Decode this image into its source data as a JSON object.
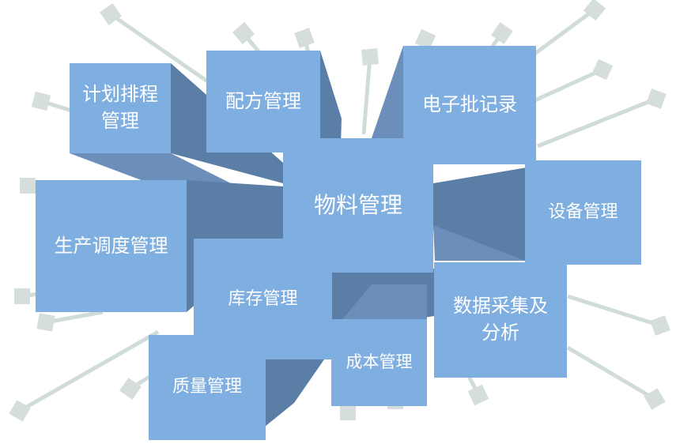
{
  "diagram": {
    "center": "物料管理",
    "modules": [
      {
        "id": "plan",
        "label": "计划排程\n管理"
      },
      {
        "id": "recipe",
        "label": "配方管理"
      },
      {
        "id": "ebr",
        "label": "电子批记录"
      },
      {
        "id": "equip",
        "label": "设备管理"
      },
      {
        "id": "data",
        "label": "数据采集及\n分析"
      },
      {
        "id": "cost",
        "label": "成本管理"
      },
      {
        "id": "quality",
        "label": "质量管理"
      },
      {
        "id": "stock",
        "label": "库存管理"
      },
      {
        "id": "prod",
        "label": "生产调度管理"
      }
    ]
  },
  "colors": {
    "box_face": "#7faee0",
    "box_side": "#5b7ea6",
    "box_side_light": "#6b8fba",
    "rod": "#d0dcda",
    "cap": "#d5dedc"
  }
}
